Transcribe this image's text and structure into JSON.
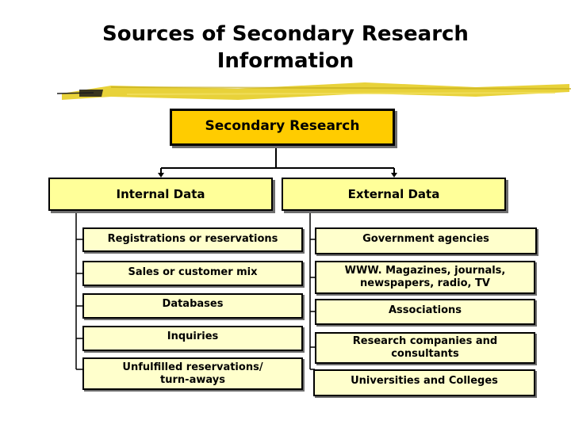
{
  "title_line1": "Sources of Secondary Research",
  "title_line2": "Information",
  "colors": {
    "top_box": "#FFCC00",
    "mid_box": "#FFFF99",
    "leaf_box": "#FFFFCC",
    "highlighter": "#E8D23A"
  },
  "root": {
    "label": "Secondary Research"
  },
  "internal": {
    "label": "Internal Data",
    "items": [
      "Registrations or reservations",
      "Sales or customer mix",
      "Databases",
      "Inquiries",
      [
        "Unfulfilled reservations/",
        "turn-aways"
      ]
    ]
  },
  "external": {
    "label": "External Data",
    "items": [
      "Government agencies",
      [
        "WWW. Magazines, journals,",
        "newspapers, radio, TV"
      ],
      "Associations",
      [
        "Research companies and",
        "consultants"
      ],
      "Universities and Colleges"
    ]
  }
}
